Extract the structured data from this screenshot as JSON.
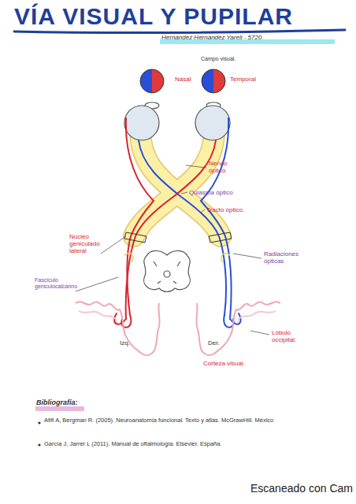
{
  "diagram": {
    "title": "VÍA VISUAL Y PUPILAR",
    "labels": [
      "Hernández Hernández Yareli - 5720",
      "Campo visual.",
      "Nasal",
      "Temporal",
      "Nervio óptico",
      "Quiasma óptico",
      "Tracto óptico.",
      "Núcleo geniculado lateral",
      "Fascículo geniculocalcarino",
      "Radiaciones ópticas",
      "Lóbulo occipital.",
      "Izq.",
      "Der.",
      "Corteza visual.",
      "Bibliografía:",
      "Afifi A, Bergman R. (2005). Neuroanatomía funcional. Texto y atlas. McGrawHill. México",
      "García J, Jarrer L (2011). Manual de oftalmología. Elsevier. España.",
      "Escaneado con Cam"
    ]
  }
}
